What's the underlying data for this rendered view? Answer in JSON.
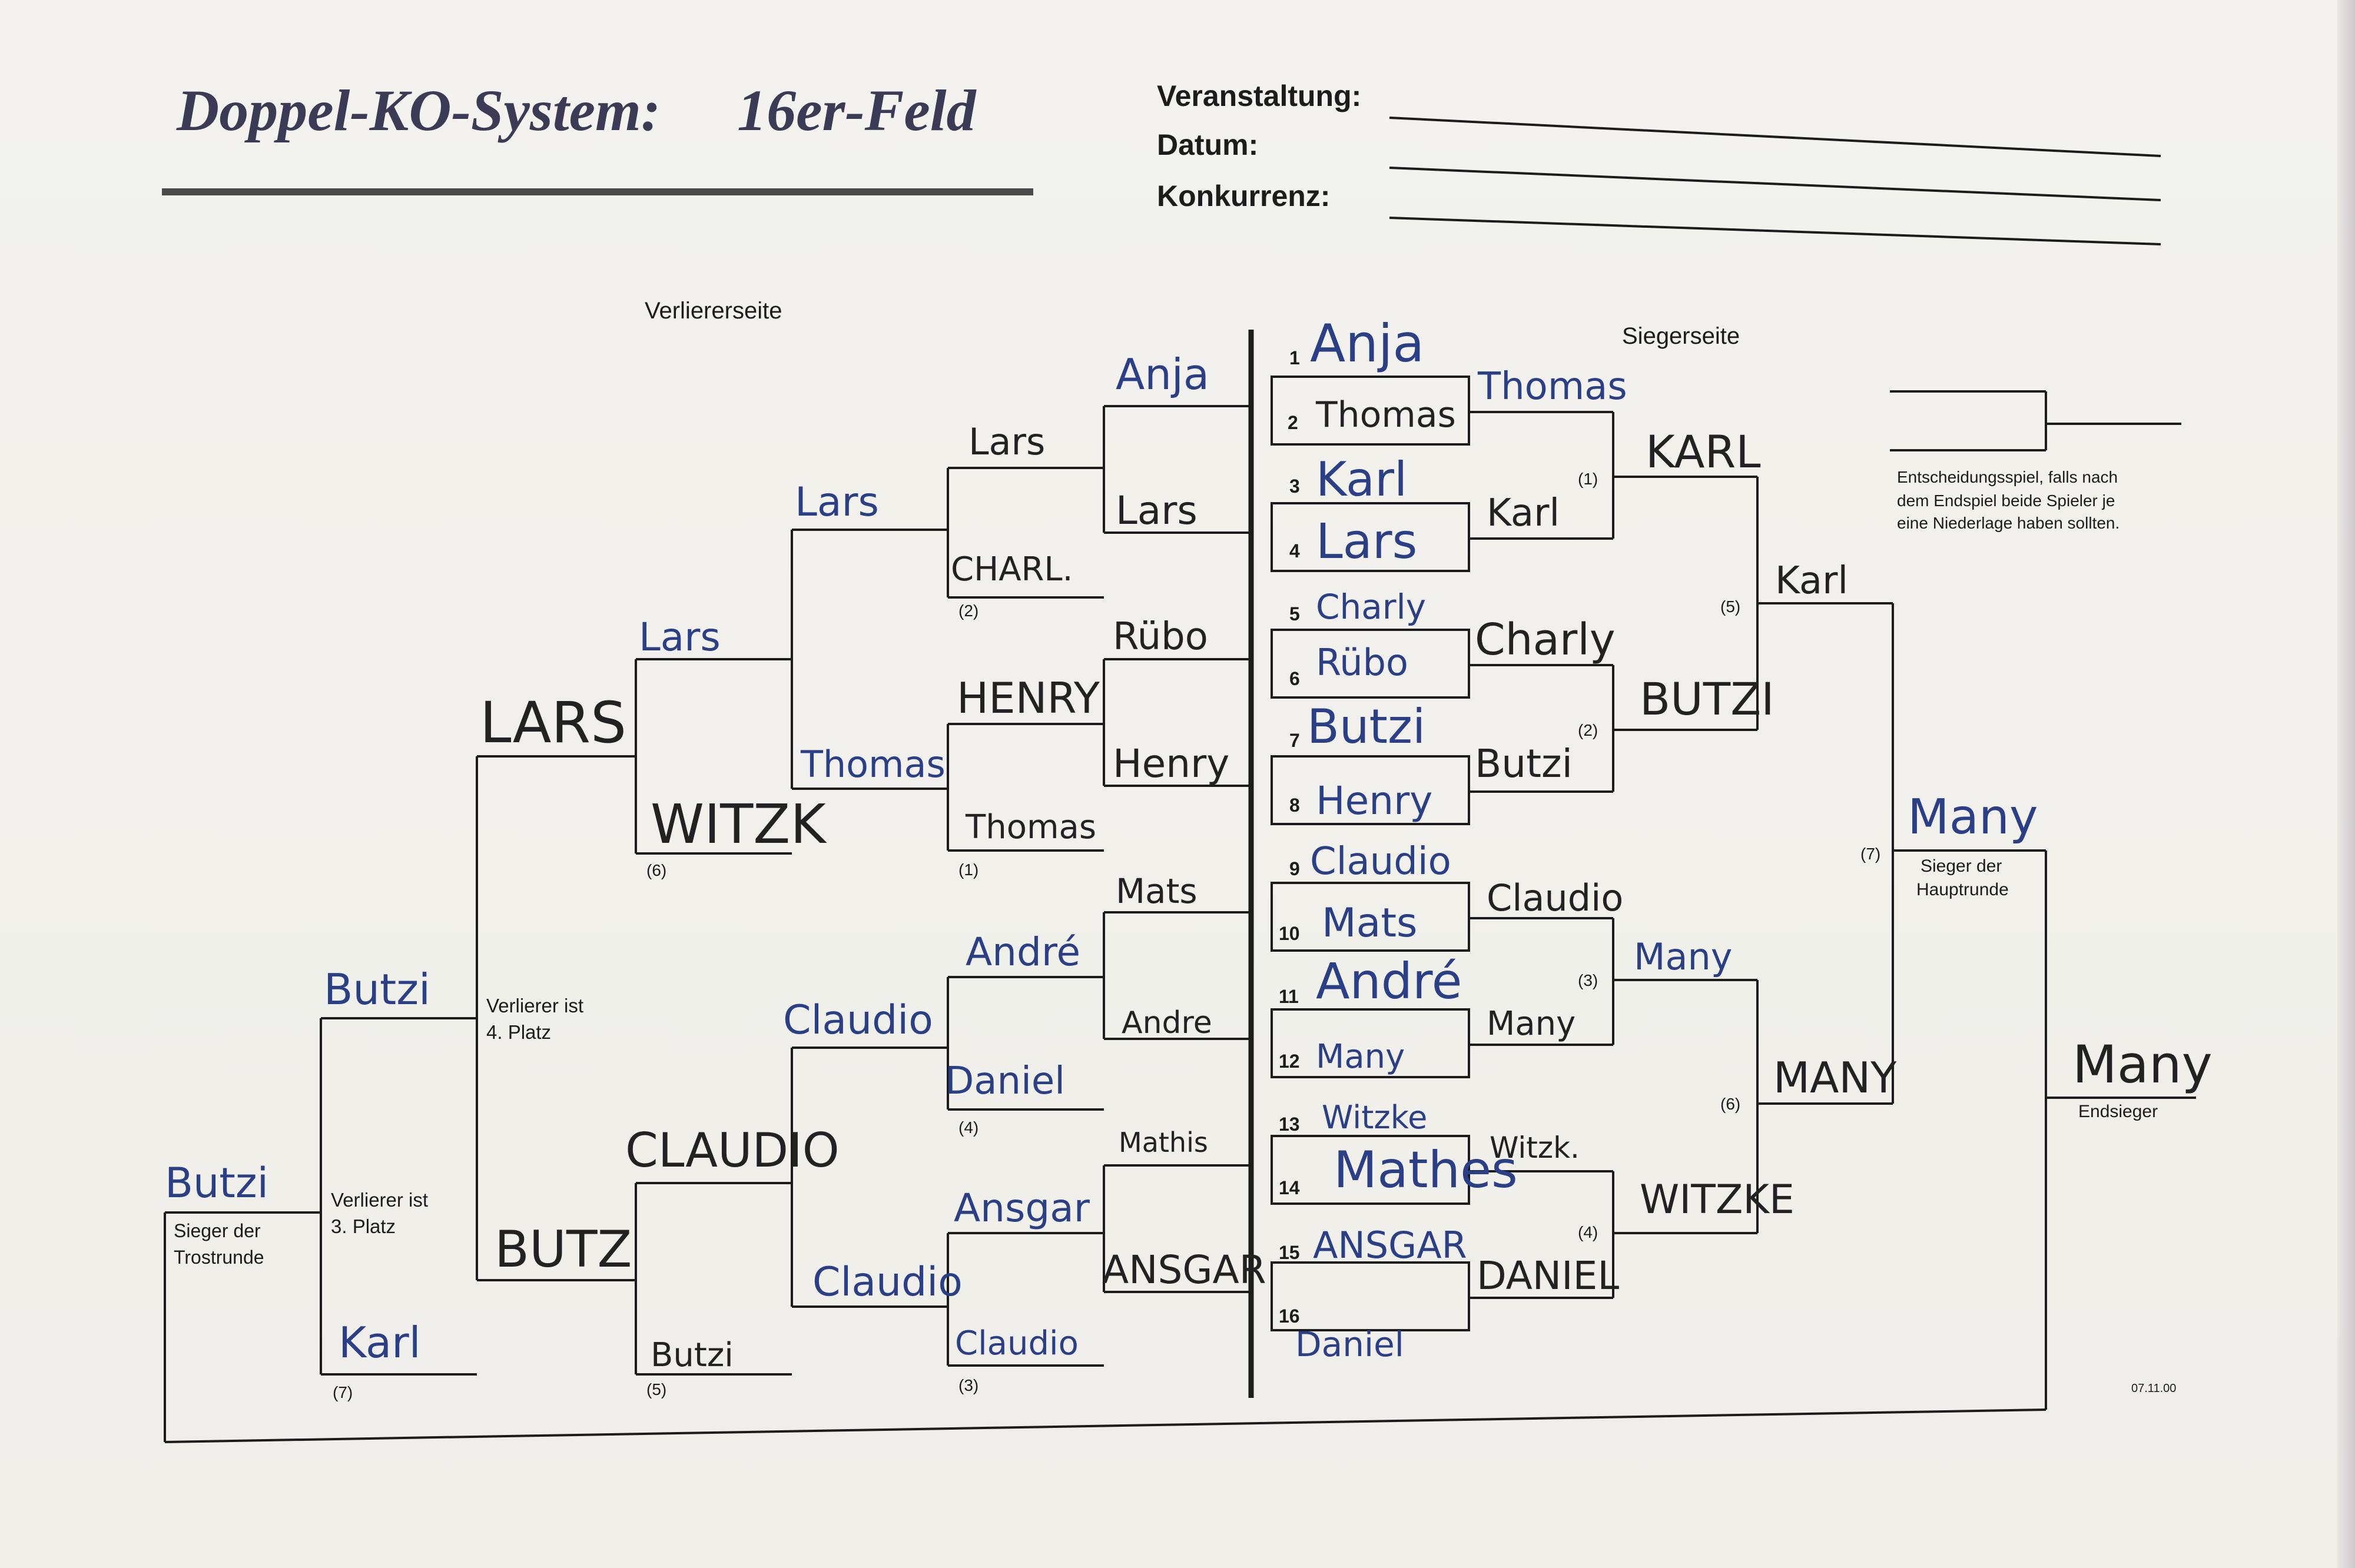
{
  "header": {
    "title": "Doppel-KO-System:",
    "subtitle": "16er-Feld",
    "fields": [
      "Veranstaltung:",
      "Datum:",
      "Konkurrenz:"
    ]
  },
  "sections": {
    "losers_side": "Verliererseite",
    "winners_side": "Siegerseite"
  },
  "labels": {
    "decider_note": [
      "Entscheidungsspiel, falls nach",
      "dem Endspiel beide Spieler je",
      "eine Niederlage haben sollten."
    ],
    "winner_main": [
      "Sieger der",
      "Hauptrunde"
    ],
    "final_winner": "Endsieger",
    "winner_consolation": [
      "Sieger der",
      "Trostrunde"
    ],
    "loser_4th": [
      "Verlierer ist",
      "4. Platz"
    ],
    "loser_3rd": [
      "Verlierer ist",
      "3. Platz"
    ],
    "date_code": "07.11.00"
  },
  "numbers": [
    "1",
    "2",
    "3",
    "4",
    "5",
    "6",
    "7",
    "8",
    "9",
    "10",
    "11",
    "12",
    "13",
    "14",
    "15",
    "16"
  ],
  "match_refs": {
    "w1": "(1)",
    "w2": "(2)",
    "w3": "(3)",
    "w4": "(4)",
    "w5": "(5)",
    "w6": "(6)",
    "w7": "(7)",
    "l1": "(1)",
    "l2": "(2)",
    "l3": "(3)",
    "l4": "(4)",
    "l5": "(5)",
    "l6": "(6)",
    "l7": "(7)"
  },
  "players": {
    "p1": "Anja",
    "p2": "Thomas",
    "p3": "Karl",
    "p4": "Lars",
    "p5": "Charly",
    "p6": "Rübo",
    "p7": "Butzi",
    "p8": "Henry",
    "p9": "Claudio",
    "p10": "Mats",
    "p11": "André",
    "p12": "Many",
    "p13": "Witzke",
    "p14": "Mathes",
    "p15": "ANSGAR",
    "p16": "Daniel"
  },
  "winners_r1": [
    "Thomas",
    "Karl",
    "Charly",
    "Butzi",
    "Claudio",
    "Many",
    "Witzk.",
    "DANIEL"
  ],
  "winners_r2": [
    "KARL",
    "BUTZI",
    "Many",
    "WITZKE"
  ],
  "winners_r3": [
    "Karl",
    "MANY"
  ],
  "winners_final": "Many",
  "overall_winner": "Many",
  "losers_drop_r1": [
    "Anja",
    "Lars",
    "Rübo",
    "Henry",
    "Mats",
    "Andre",
    "Mathis",
    "ANSGAR"
  ],
  "losers_r1": [
    "Lars",
    "CHARL.",
    "HENRY",
    "Thomas",
    "André",
    "Daniel",
    "Ansgar",
    "Claudio"
  ],
  "losers_r2": [
    "Lars",
    "Thomas",
    "Claudio",
    "Claudio"
  ],
  "losers_r3": [
    "Lars",
    "WITZK",
    "CLAUDIO",
    "Butzi"
  ],
  "losers_r4": [
    "LARS",
    "BUTZ"
  ],
  "losers_r5": [
    "Butzi",
    "Karl"
  ],
  "losers_winner": "Butzi",
  "colors": {
    "ink_blue": "#2b3f86",
    "ink_black": "#222222",
    "print": "#1c1c1c"
  }
}
